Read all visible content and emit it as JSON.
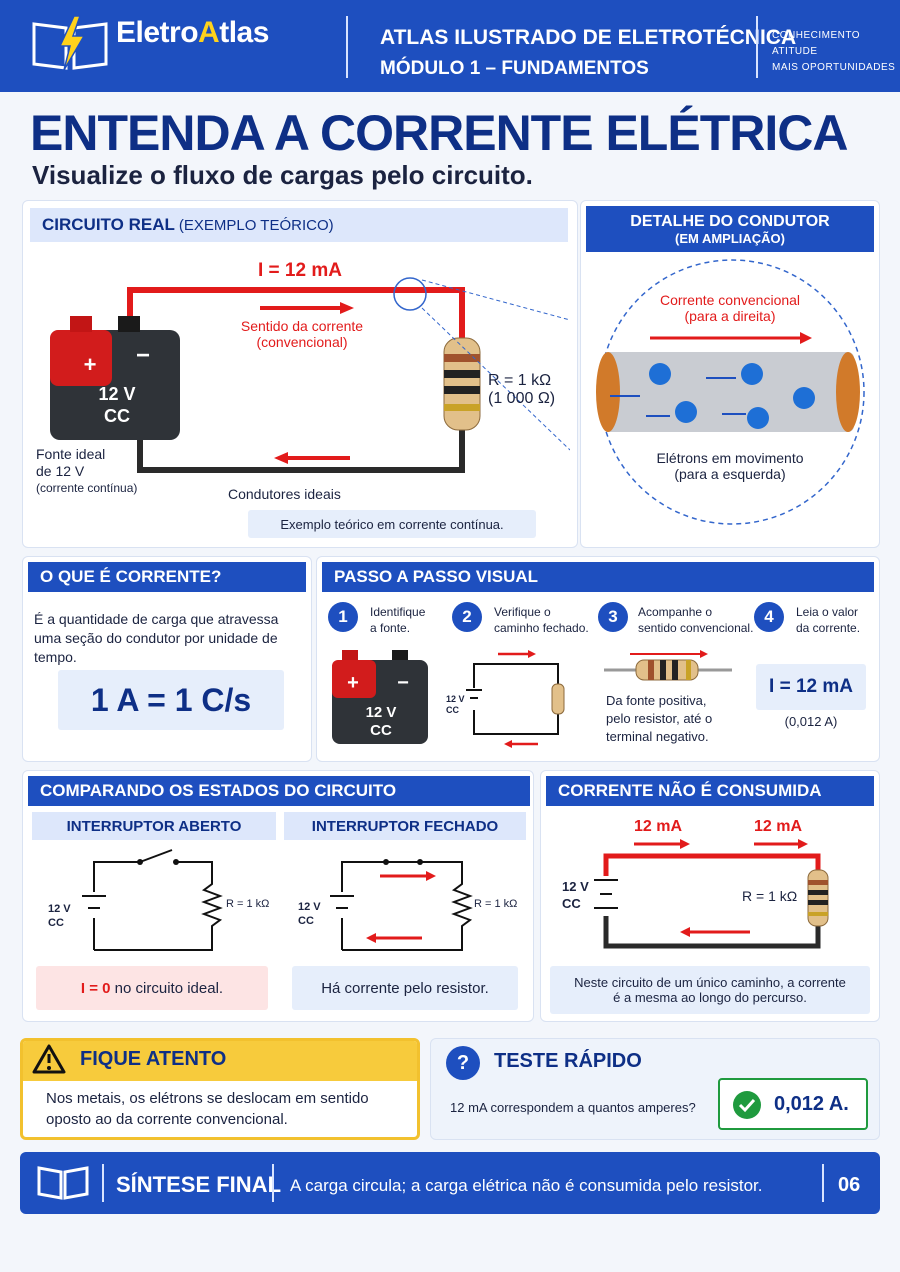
{
  "header": {
    "brand_a": "Eletro",
    "brand_b": "A",
    "brand_c": "tlas",
    "title": "ATLAS ILUSTRADO DE ELETROTÉCNICA",
    "subtitle": "MÓDULO 1 – FUNDAMENTOS",
    "tags": [
      "CONHECIMENTO",
      "ATITUDE",
      "MAIS OPORTUNIDADES"
    ]
  },
  "main": {
    "title": "ENTENDA A CORRENTE ELÉTRICA",
    "subtitle": "Visualize o fluxo de cargas pelo circuito."
  },
  "circuit": {
    "bar": "CIRCUITO REAL",
    "bar_note": "(EXEMPLO TEÓRICO)",
    "current": "I = 12 mA",
    "direction": "Sentido da corrente",
    "direction2": "(convencional)",
    "battery_v": "12 V",
    "battery_cc": "CC",
    "plus": "+",
    "minus": "−",
    "resistor": "R = 1 kΩ",
    "resistor2": "(1 000 Ω)",
    "source1": "Fonte ideal",
    "source2": "de 12 V",
    "source3": "(corrente contínua)",
    "conductors": "Condutores ideais",
    "note": "Exemplo teórico em corrente contínua."
  },
  "detail": {
    "bar1": "DETALHE DO CONDUTOR",
    "bar2": "(EM AMPLIAÇÃO)",
    "conv1": "Corrente convencional",
    "conv2": "(para a direita)",
    "elec1": "Elétrons em movimento",
    "elec2": "(para a esquerda)"
  },
  "what": {
    "bar": "O QUE É CORRENTE?",
    "text": "É a quantidade de carga que atravessa uma seção do condutor por unidade de tempo.",
    "formula": "1 A = 1 C/s"
  },
  "steps": {
    "bar": "PASSO A PASSO VISUAL",
    "items": [
      {
        "n": "1",
        "l1": "Identifique",
        "l2": "a fonte."
      },
      {
        "n": "2",
        "l1": "Verifique o",
        "l2": "caminho fechado."
      },
      {
        "n": "3",
        "l1": "Acompanhe o",
        "l2": "sentido convencional."
      },
      {
        "n": "4",
        "l1": "Leia o valor",
        "l2": "da corrente."
      }
    ],
    "s3_desc1": "Da fonte positiva,",
    "s3_desc2": "pelo resistor, até o",
    "s3_desc3": "terminal negativo.",
    "s4_val": "I = 12 mA",
    "s4_sub": "(0,012 A)",
    "s2_v": "12 V",
    "s2_cc": "CC"
  },
  "compare": {
    "bar": "COMPARANDO OS ESTADOS DO CIRCUITO",
    "open": "INTERRUPTOR ABERTO",
    "closed": "INTERRUPTOR FECHADO",
    "v": "12 V",
    "cc": "CC",
    "r": "R = 1 kΩ",
    "open_i": "I = 0",
    "open_note": " no circuito ideal.",
    "closed_note": "Há corrente pelo resistor."
  },
  "notconsumed": {
    "bar": "CORRENTE NÃO É CONSUMIDA",
    "i1": "12 mA",
    "i2": "12 mA",
    "v": "12 V",
    "cc": "CC",
    "r": "R = 1 kΩ",
    "note1": "Neste circuito de um único caminho, a corrente",
    "note2": "é a mesma ao longo do percurso."
  },
  "attention": {
    "title": "FIQUE ATENTO",
    "text1": "Nos metais, os elétrons se deslocam em sentido",
    "text2": "oposto ao da corrente convencional."
  },
  "quiz": {
    "icon": "?",
    "title": "TESTE RÁPIDO",
    "question": "12 mA correspondem a quantos amperes?",
    "answer": "0,012 A."
  },
  "footer": {
    "label": "SÍNTESE FINAL",
    "text": "A carga circula; a carga elétrica não é consumida pelo resistor.",
    "page": "06"
  },
  "colors": {
    "primary": "#1e4fbf",
    "red": "#e21b1b",
    "yellow": "#f2c12e",
    "green": "#1f9a3e"
  }
}
